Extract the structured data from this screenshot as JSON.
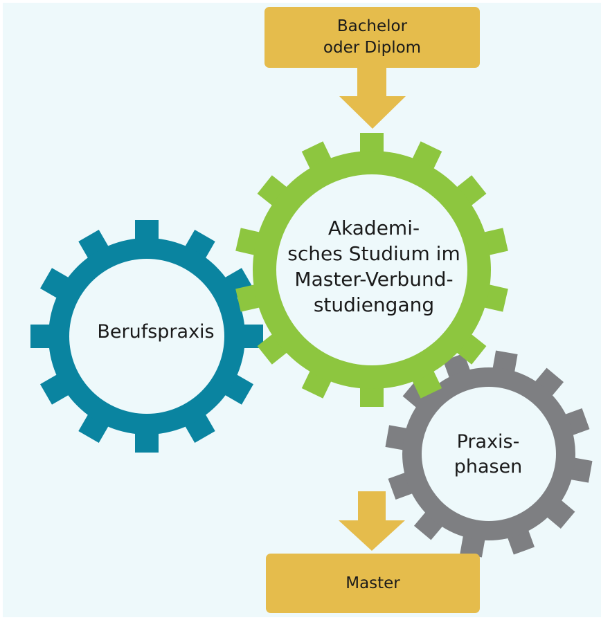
{
  "top_box": {
    "line1": "Bachelor",
    "line2": "oder Diplom"
  },
  "bottom_box": {
    "label": "Master"
  },
  "gears": {
    "main": {
      "line1": "Akademi-",
      "line2": "sches Studium im",
      "line3": "Master-Verbund-",
      "line4": "studiengang",
      "color": "#8dc63f"
    },
    "left": {
      "label": "Berufspraxis",
      "color": "#0a84a0"
    },
    "right": {
      "line1": "Praxis-",
      "line2": "phasen",
      "color": "#7e7f82"
    }
  },
  "arrow_color": "#e5bc4c",
  "box_color": "#e5bc4c",
  "background_color": "#eef9fb"
}
